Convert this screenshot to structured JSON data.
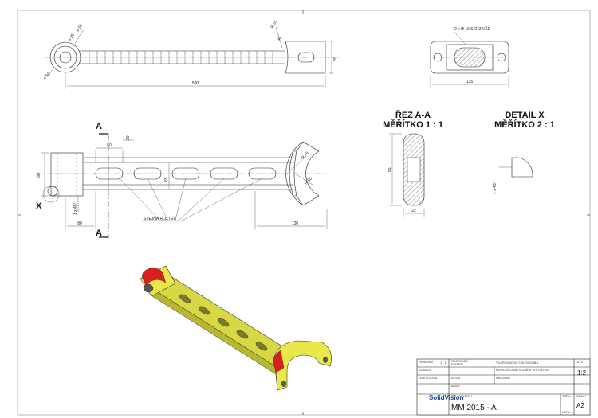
{
  "top_view": {
    "dims": {
      "d55": "⌀ 55",
      "d25": "⌀ 25",
      "d50": "⌀ 50",
      "r10": "R 10",
      "dim30": "30",
      "dim65": "65",
      "length": "500"
    }
  },
  "end_view": {
    "holes_note": "2 x Ø 16 SKRZ VŠE",
    "width": "125"
  },
  "front_view": {
    "section_letter": "A",
    "dim50": "50",
    "dim20": "20",
    "dim80_h": "80",
    "dim65": "65",
    "chamfer": "1 x 45°",
    "dim80_w": "80",
    "dim120": "120",
    "r75": "R 75",
    "r50": "R 50",
    "pitch_note": "STEJNÁ ROZTEČ",
    "detail_letter": "X"
  },
  "section": {
    "title": "ŘEZ A-A",
    "scale": "MĚŘÍTKO 1 : 1",
    "dim65": "65",
    "dim22": "22"
  },
  "detail": {
    "title": "DETAIL X",
    "scale": "MĚŘÍTKO 2 : 1",
    "chamfer": "1 x 45°"
  },
  "title_block": {
    "projection_label": "PROMÍTÁNÍ",
    "tolerance_label": "TOLEROVÁNÍ",
    "material_label": "MATERIÁL",
    "approved_label": "SCHVÁLIL",
    "checked_label": "KONTROLOVAL",
    "date_label": "DATUM",
    "general_tol_note": "TOLEROVÁNÍ DLE ČSN EN 22768-1",
    "unmarked_edges": "NEPOLOŽKOVANÉ ROZMĚRY DLE ČSN ISO",
    "roughness": "HMOTNOST",
    "sheet_label": "LISTŮ",
    "name_label": "NÁZEV",
    "drawing_no_label": "ČÍSLO VÝKRESU",
    "scale": "1:2",
    "drawing_no": "MM 2015 - A",
    "change_label": "ZMĚNA",
    "format_label": "FORMÁT",
    "format": "A2",
    "sheet_info": "LIST 1 / 1",
    "brand": "SolidVision"
  },
  "colors": {
    "part_yellow": "#e8e84a",
    "part_red": "#d82020"
  }
}
